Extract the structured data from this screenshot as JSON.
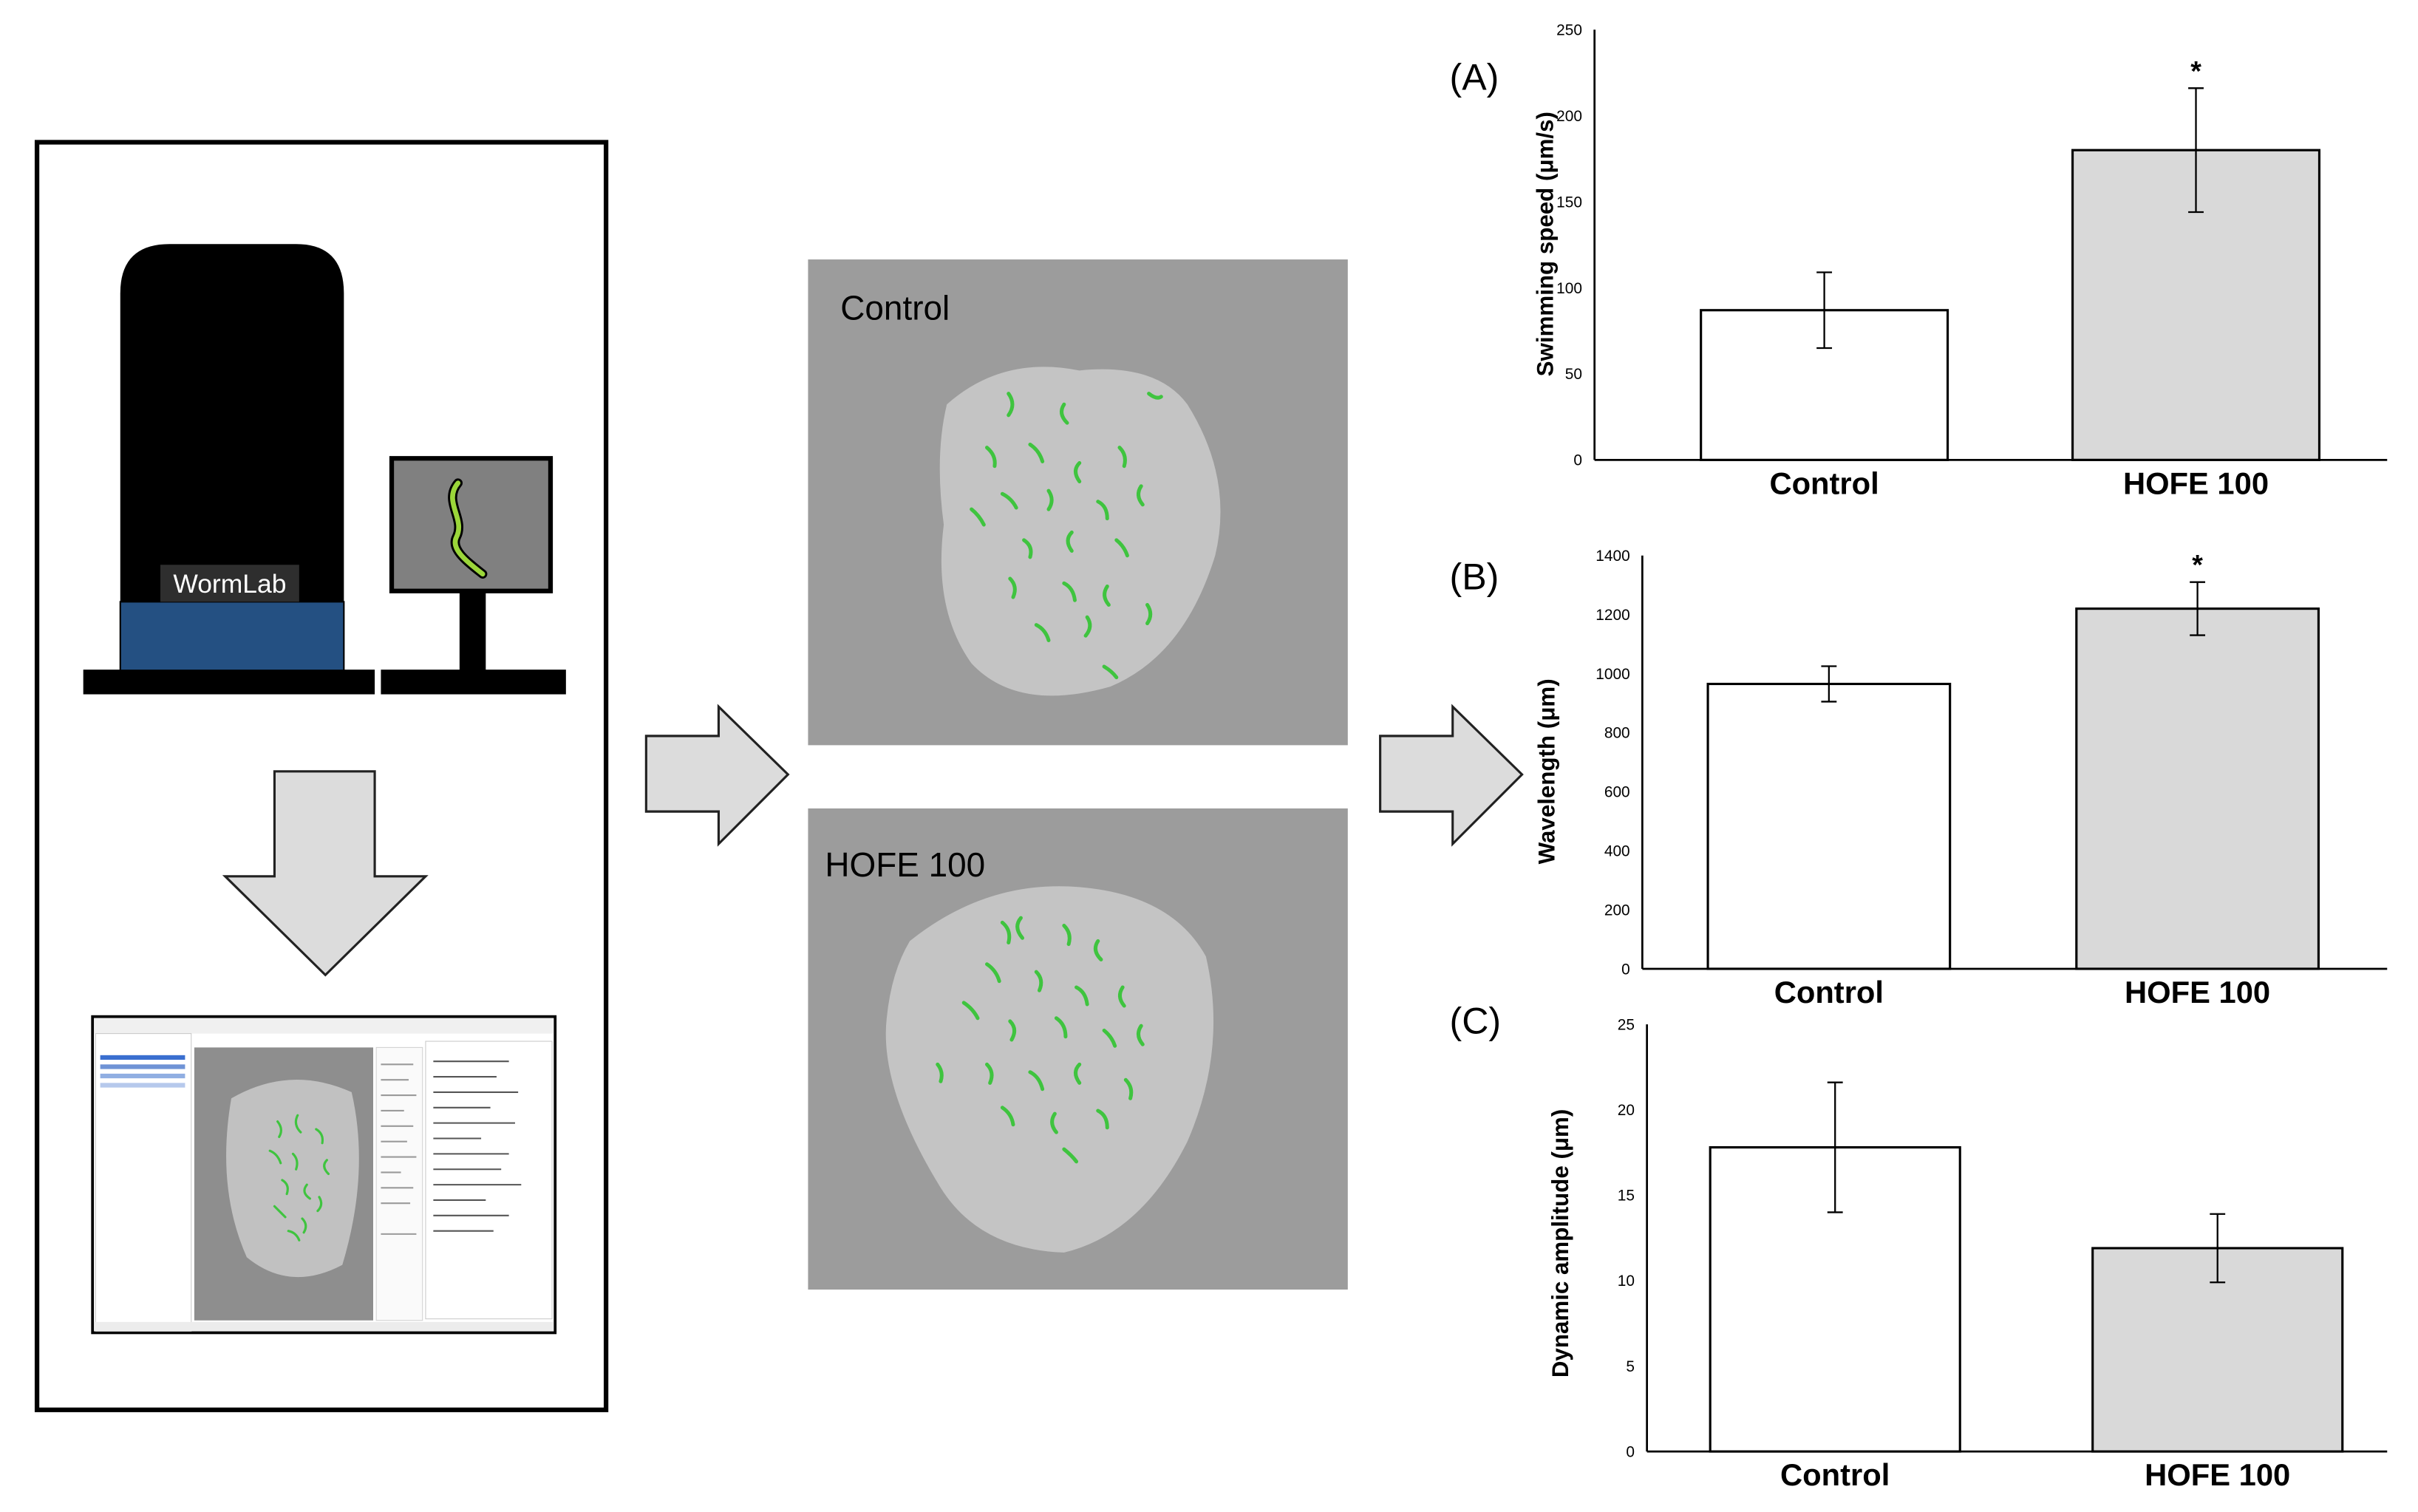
{
  "setup": {
    "device_label": "WormLab",
    "colors": {
      "device_body": "#000000",
      "device_base": "#245082",
      "worm": "#9bd63a",
      "arrow_fill": "#dcdcdc",
      "track_green": "#3fc43f",
      "plate_bg": "#9c9c9c",
      "plate_inner": "#c4c4c4"
    },
    "icons": [
      "tracking-device",
      "monitor-with-worm-icon",
      "down-arrow-icon",
      "software-screenshot"
    ]
  },
  "images": {
    "control_label": "Control",
    "hofe_label": "HOFE 100"
  },
  "chart_data": [
    {
      "type": "bar",
      "panel_label": "(A)",
      "categories": [
        "Control",
        "HOFE 100"
      ],
      "values": [
        87,
        180
      ],
      "errors": [
        22,
        36
      ],
      "significance": [
        "",
        "*"
      ],
      "ylabel": "Swimming speed (μm/s)",
      "ylim": [
        0,
        250
      ],
      "yticks": [
        0,
        50,
        100,
        150,
        200,
        250
      ],
      "bar_colors": [
        "#ffffff",
        "#d9d9d9"
      ],
      "grid": false,
      "legend": "none"
    },
    {
      "type": "bar",
      "panel_label": "(B)",
      "categories": [
        "Control",
        "HOFE 100"
      ],
      "values": [
        965,
        1220
      ],
      "errors": [
        60,
        90
      ],
      "significance": [
        "",
        "*"
      ],
      "ylabel": "Wavelength (μm)",
      "ylim": [
        0,
        1400
      ],
      "yticks": [
        0,
        200,
        400,
        600,
        800,
        1000,
        1200,
        1400
      ],
      "bar_colors": [
        "#ffffff",
        "#d9d9d9"
      ],
      "grid": false,
      "legend": "none"
    },
    {
      "type": "bar",
      "panel_label": "(C)",
      "categories": [
        "Control",
        "HOFE 100"
      ],
      "values": [
        17.8,
        11.9
      ],
      "errors": [
        3.8,
        2.0
      ],
      "significance": [
        "",
        ""
      ],
      "ylabel": "Dynamic amplitude (μm)",
      "ylim": [
        0,
        25
      ],
      "yticks": [
        0,
        5,
        10,
        15,
        20,
        25
      ],
      "bar_colors": [
        "#ffffff",
        "#d9d9d9"
      ],
      "grid": false,
      "legend": "none"
    }
  ]
}
